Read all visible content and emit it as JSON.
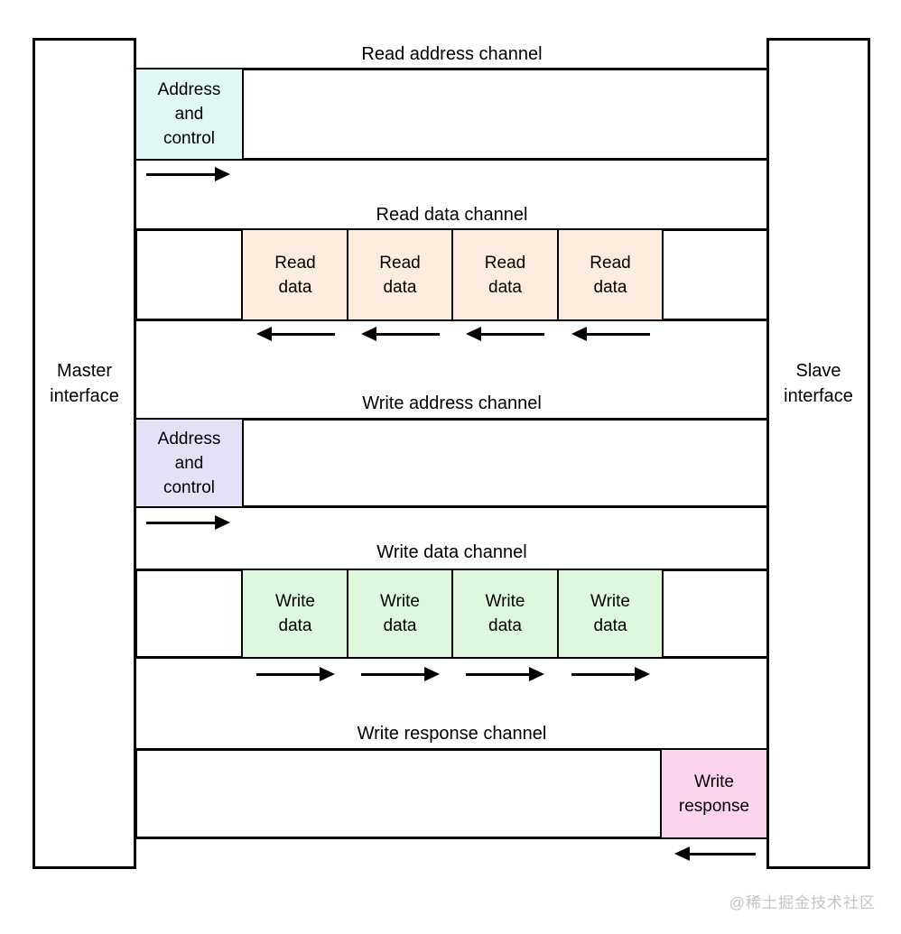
{
  "interfaces": {
    "master": "Master\ninterface",
    "slave": "Slave\ninterface"
  },
  "channels": [
    {
      "title": "Read address channel",
      "direction": "right",
      "arrow_count": 1,
      "boxes": [
        {
          "label": "Address\nand\ncontrol",
          "color": "#dff7f5"
        }
      ]
    },
    {
      "title": "Read data channel",
      "direction": "left",
      "arrow_count": 4,
      "boxes": [
        {
          "label": "Read\ndata",
          "color": "#fcecdd"
        },
        {
          "label": "Read\ndata",
          "color": "#fcecdd"
        },
        {
          "label": "Read\ndata",
          "color": "#fcecdd"
        },
        {
          "label": "Read\ndata",
          "color": "#fcecdd"
        }
      ]
    },
    {
      "title": "Write address channel",
      "direction": "right",
      "arrow_count": 1,
      "boxes": [
        {
          "label": "Address\nand\ncontrol",
          "color": "#e4e1f6"
        }
      ]
    },
    {
      "title": "Write data channel",
      "direction": "right",
      "arrow_count": 4,
      "boxes": [
        {
          "label": "Write\ndata",
          "color": "#ddf8dc"
        },
        {
          "label": "Write\ndata",
          "color": "#ddf8dc"
        },
        {
          "label": "Write\ndata",
          "color": "#ddf8dc"
        },
        {
          "label": "Write\ndata",
          "color": "#ddf8dc"
        }
      ]
    },
    {
      "title": "Write response channel",
      "direction": "left",
      "arrow_count": 1,
      "boxes": [
        {
          "label": "Write\nresponse",
          "color": "#fbd3ec"
        }
      ]
    }
  ],
  "colors": {
    "line": "#000000",
    "background": "#ffffff",
    "watermark_text": "#c4c4c4"
  },
  "watermark": "@稀土掘金技术社区"
}
